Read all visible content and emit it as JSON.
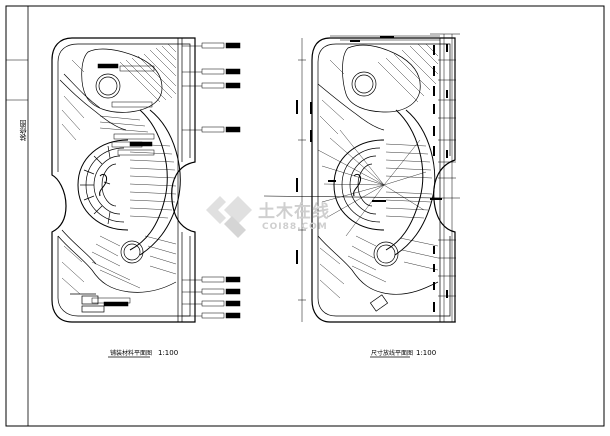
{
  "sheet": {
    "side_label": "装修图",
    "left_caption": "铺装材料平面图",
    "left_scale": "1:100",
    "right_caption": "尺寸放线平面图",
    "right_scale": "1:100"
  },
  "watermark": {
    "cn": "土木在线",
    "en": "COI88.COM"
  },
  "colors": {
    "line": "#000000",
    "watermark": "#cccccc",
    "background": "#ffffff"
  }
}
